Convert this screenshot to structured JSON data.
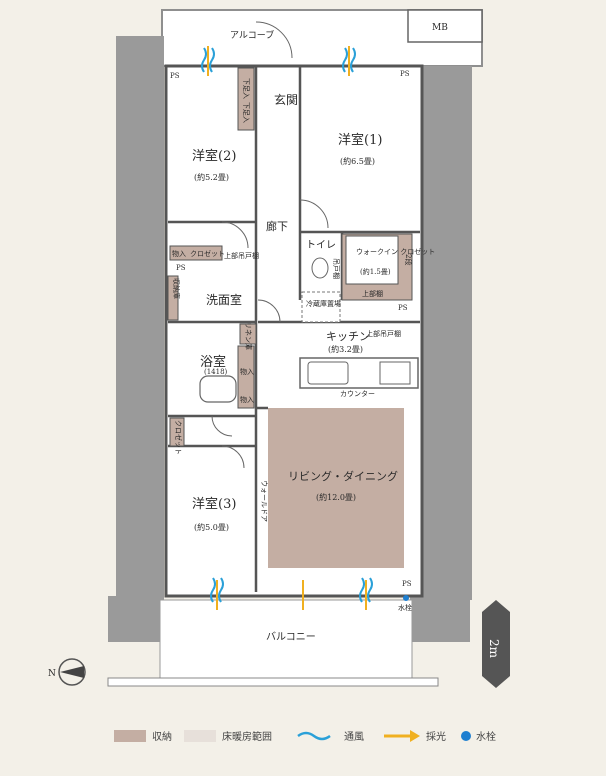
{
  "colors": {
    "background": "#f3f0e8",
    "storage": "#c4aea3",
    "floor_heating": "#e7e0da",
    "wall": "#8f8f8f",
    "ventilation": "#2aa0d8",
    "light": "#f0b020",
    "water": "#1e7fd0"
  },
  "labels": {
    "alcove": "アルコーブ",
    "mb": "MB",
    "genkan": "玄関",
    "geta1": "下足入",
    "geta2": "下足入",
    "room1": "洋室(1)",
    "room1_area": "(約6.5畳)",
    "room2": "洋室(2)",
    "room2_area": "(約5.2畳)",
    "room3": "洋室(3)",
    "room3_area": "(約5.0畳)",
    "corridor": "廊下",
    "toilet": "トイレ",
    "walkin": "ウォークイン\nクロゼット",
    "walkin_area": "(約1.5畳)",
    "upper_cabinet": "上部棚",
    "toilet_cabinet": "吊戸棚",
    "shelf_2": "2段",
    "storage_a": "物入",
    "closet": "クロゼット",
    "upper_hanging": "上部吊戸棚",
    "laundry_storage": "収納庫",
    "washroom": "洗面室",
    "fridge": "冷蔵庫置場",
    "kitchen": "キッチン",
    "kitchen_area": "(約3.2畳)",
    "kitchen_upper": "上部吊戸棚",
    "linen": "リネン庫",
    "bath": "浴室",
    "bath_size": "(1418)",
    "storage_b": "物入",
    "storage_c": "物入",
    "counter": "カウンター",
    "closet3": "クロゼット",
    "living": "リビング・ダイニング",
    "living_area": "(約12.0畳)",
    "wall_door": "ウォールドア",
    "ps": "PS",
    "water_tap": "水栓",
    "balcony": "バルコニー",
    "scale": "2m",
    "north": "N"
  },
  "legend": [
    {
      "label": "収納",
      "icon": "storage-swatch"
    },
    {
      "label": "床暖房範囲",
      "icon": "floor-heating-swatch"
    },
    {
      "label": "通風",
      "icon": "ventilation-wave"
    },
    {
      "label": "採光",
      "icon": "light-arrow"
    },
    {
      "label": "水栓",
      "icon": "water-dot"
    }
  ]
}
